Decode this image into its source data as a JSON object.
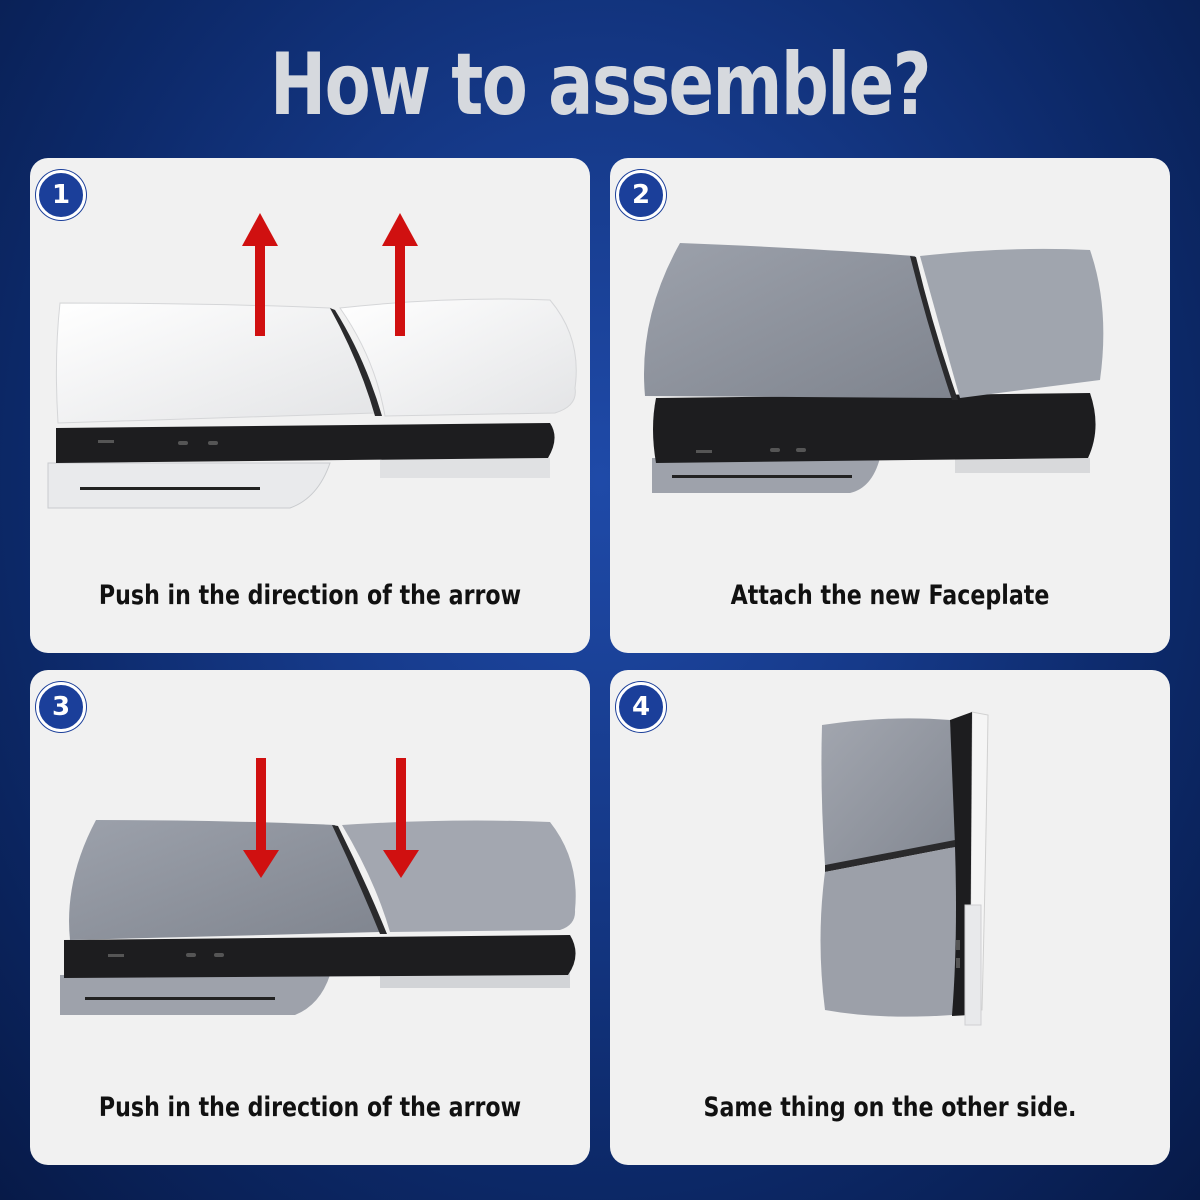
{
  "title": "How to assemble?",
  "colors": {
    "arrow": "#d01010",
    "badge": "#1b3f9a",
    "white_plate": "#f7f7f7",
    "grey_plate": "#8f949f",
    "console_body": "#1c1c1e"
  },
  "steps": [
    {
      "number": "1",
      "caption": "Push in the direction of the arrow"
    },
    {
      "number": "2",
      "caption": "Attach the new Faceplate"
    },
    {
      "number": "3",
      "caption": "Push in the direction of the arrow"
    },
    {
      "number": "4",
      "caption": "Same thing on the other side."
    }
  ]
}
